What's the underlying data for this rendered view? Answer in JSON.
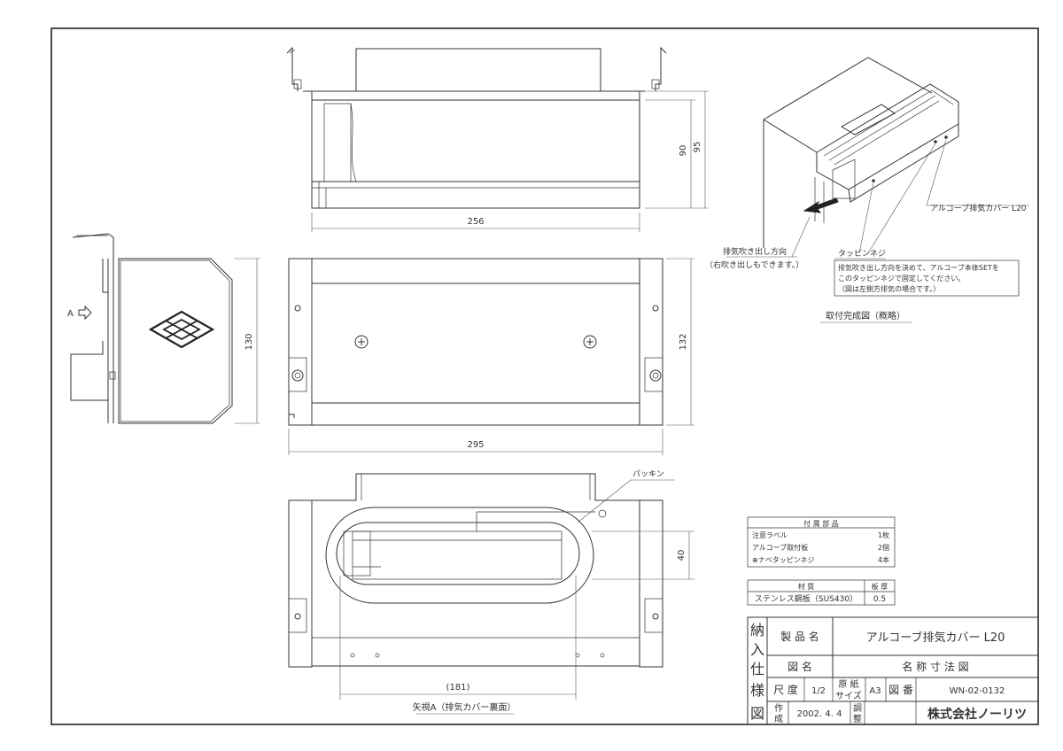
{
  "dimensions": {
    "top_height_inner": "90",
    "top_height_outer": "95",
    "top_width": "256",
    "side_height": "130",
    "front_height": "132",
    "front_width": "295",
    "rear_height": "40",
    "rear_width": "(181)"
  },
  "labels": {
    "arrow_a": "A",
    "gasket": "パッキン",
    "rear_view": "矢視A（排気カバー裏面）",
    "exhaust_direction": "排気吹き出し方向",
    "exhaust_direction_note": "（右吹き出しもできます。）",
    "cover_name": "アルコーブ排気カバー L20",
    "tapping_screw": "タッピンネジ",
    "note_line1": "排気吹き出し方向を決めて、アルコーブ本体SETを",
    "note_line2": "このタッピンネジで固定してください。",
    "note_line3": "（図は左側方排気の場合です。）",
    "install_caption": "取付完成図（概略）"
  },
  "parts_table": {
    "title": "付 属 部 品",
    "rows": [
      {
        "name": "注意ラベル",
        "qty": "1枚"
      },
      {
        "name": "アルコーブ取付板",
        "qty": "2個"
      },
      {
        "name": "⊕ナベタッピンネジ",
        "qty": "4本"
      }
    ]
  },
  "material_table": {
    "header_material": "材 質",
    "header_thickness": "板 厚",
    "material": "ステンレス鋼板（SUS430）",
    "thickness": "0.5"
  },
  "title_block": {
    "side_chars": [
      "納",
      "入",
      "仕",
      "様",
      "図"
    ],
    "product_name_label": "製 品 名",
    "product_name": "アルコーブ排気カバー  L20",
    "drawing_name_label": "図      名",
    "drawing_name": "名 称 寸 法 図",
    "scale_label": "尺 度",
    "scale": "1/2",
    "paper_size_label_1": "原 紙",
    "paper_size_label_2": "サイズ",
    "paper_size": "A3",
    "drawing_no_label": "図 番",
    "drawing_no": "WN-02-0132",
    "created_label_1": "作",
    "created_label_2": "成",
    "created_date": "2002. 4. 4",
    "check_label_1": "調",
    "check_label_2": "整",
    "company": "株式会社ノーリツ"
  }
}
